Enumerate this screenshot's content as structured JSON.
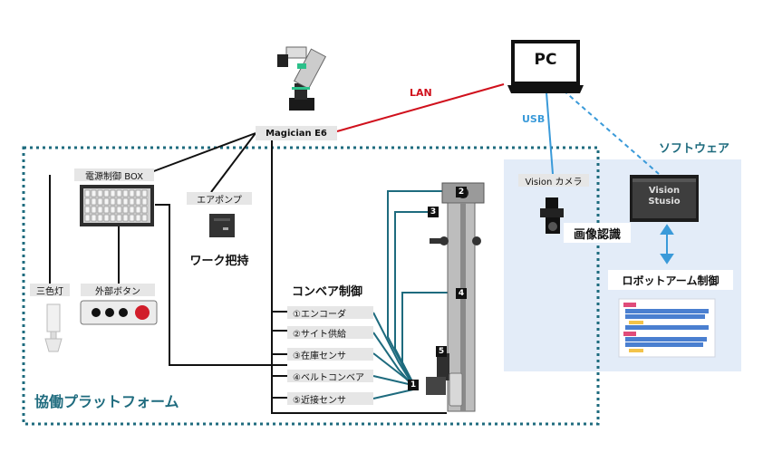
{
  "pc": "PC",
  "lan": "LAN",
  "usb": "USB",
  "software_area": "ソフトウェア",
  "robot": "Magician E6",
  "power_box": "電源制御 BOX",
  "air_pump": "エアポンプ",
  "work_hold": "ワーク把持",
  "tricolor_lamp": "三色灯",
  "external_button": "外部ボタン",
  "conveyor_control": "コンベア制御",
  "conveyor_items": [
    "①エンコーダ",
    "②サイト供給",
    "③在庫センサ",
    "④ベルトコンベア",
    "⑤近接センサ"
  ],
  "conveyor_numbers": [
    "1",
    "2",
    "3",
    "4",
    "5"
  ],
  "vision_camera": "Vision カメラ",
  "image_recognition": "画像認識",
  "vision_studio": [
    "Vision",
    "Stusio"
  ],
  "robot_arm_control": "ロボットアーム制御",
  "cobot_platform": "協働プラットフォーム",
  "colors": {
    "teal": "#1e6b7e",
    "lan_red": "#d0101c",
    "usb_blue": "#3a9ad9",
    "software_bg": "#e3ecf8",
    "label_gray": "#e6e6e6"
  }
}
